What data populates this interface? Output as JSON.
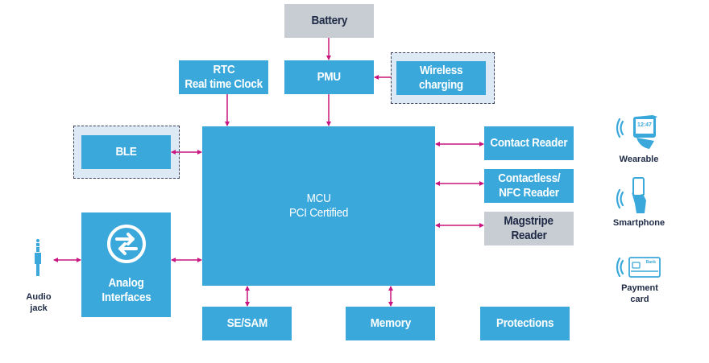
{
  "blocks": {
    "battery": "Battery",
    "pmu": "PMU",
    "wireless_charging": [
      "Wireless",
      "charging"
    ],
    "rtc": [
      "RTC",
      "Real time Clock"
    ],
    "ble": "BLE",
    "mcu": [
      "MCU",
      "PCI Certified"
    ],
    "contact_reader": "Contact Reader",
    "contactless_reader": [
      "Contactless/",
      "NFC Reader"
    ],
    "magstripe_reader": [
      "Magstripe",
      "Reader"
    ],
    "analog_interfaces": [
      "Analog",
      "Interfaces"
    ],
    "se_sam": "SE/SAM",
    "memory": "Memory",
    "protections": "Protections"
  },
  "devices": {
    "audio_jack": [
      "Audio",
      "jack"
    ],
    "wearable": "Wearable",
    "smartphone": "Smartphone",
    "payment_card": [
      "Payment",
      "card"
    ],
    "card_bank_text": "Bank",
    "watch_time": "12:47"
  },
  "colors": {
    "block_blue": "#3aa8db",
    "block_grey": "#c8cdd3",
    "connector_magenta": "#c8157f",
    "dashed_group_fill": "#dde9f5",
    "dark_text": "#1e2a45"
  }
}
